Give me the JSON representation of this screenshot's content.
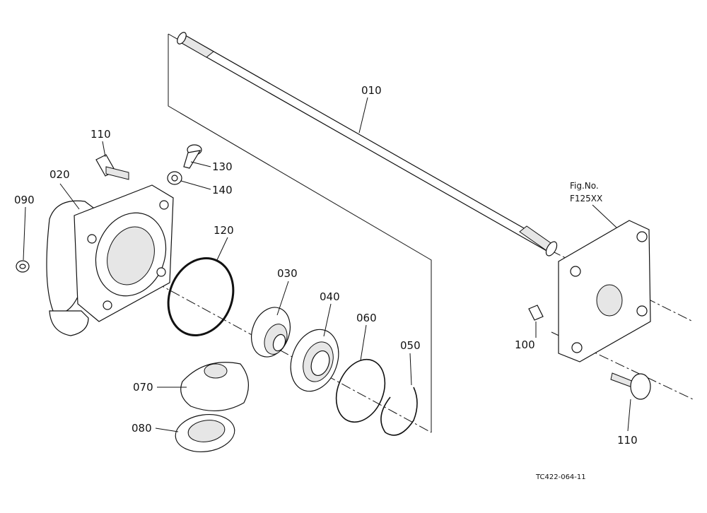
{
  "labels": {
    "p010": "010",
    "p020": "020",
    "p030": "030",
    "p040": "040",
    "p050": "050",
    "p060": "060",
    "p070": "070",
    "p080": "080",
    "p090": "090",
    "p100": "100",
    "p110a": "110",
    "p110b": "110",
    "p120": "120",
    "p130": "130",
    "p140": "140"
  },
  "fig_ref": {
    "line1": "Fig.No.",
    "line2": "F125XX"
  },
  "drawing_code": "TC422-064-11"
}
